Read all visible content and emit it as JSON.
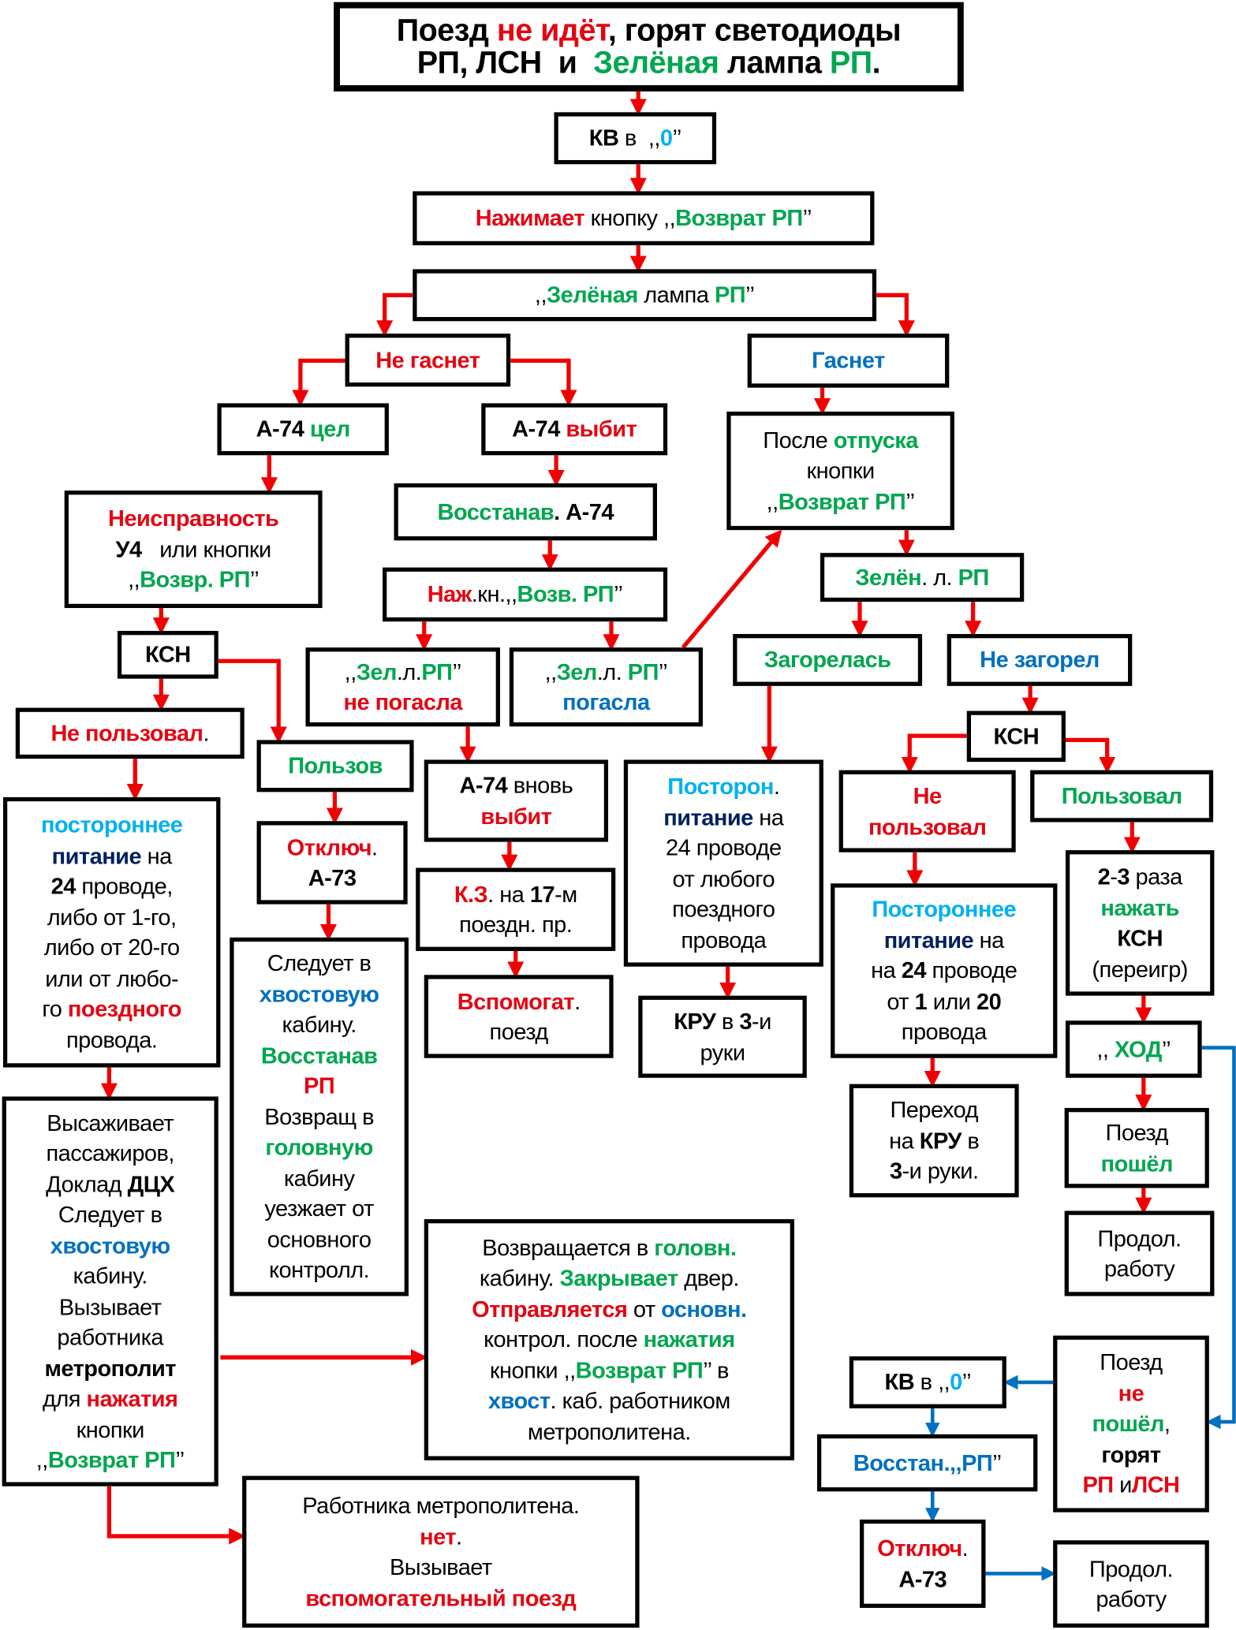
{
  "palette": {
    "K": "#000000",
    "k": "#000000",
    "R": "#e30613",
    "r": "#e30613",
    "G": "#00a650",
    "g": "#00a650",
    "B": "#0070c0",
    "L": "#00b0f0",
    "N": "#002060",
    "arrow_red": "#f00000",
    "arrow_blue": "#0070c0"
  },
  "boxes": {
    "title": {
      "lines": [
        [
          {
            "t": "Поезд ",
            "s": "K"
          },
          {
            "t": "не идёт",
            "s": "R"
          },
          {
            "t": ", горят светодиоды",
            "s": "K"
          }
        ],
        [
          {
            "t": "РП, ЛСН  и  ",
            "s": "K"
          },
          {
            "t": "Зелёная",
            "s": "G"
          },
          {
            "t": " лампа ",
            "s": "K"
          },
          {
            "t": "РП",
            "s": "G"
          },
          {
            "t": ".",
            "s": "K"
          }
        ]
      ]
    },
    "kv0": {
      "lines": [
        [
          {
            "t": "КВ",
            "s": "K"
          },
          {
            "t": " в  ,,",
            "s": "k"
          },
          {
            "t": "0",
            "s": "L"
          },
          {
            "t": "’’",
            "s": "k"
          }
        ]
      ]
    },
    "press": {
      "lines": [
        [
          {
            "t": "Нажимает",
            "s": "R"
          },
          {
            "t": " кнопку ,,",
            "s": "k"
          },
          {
            "t": "Возврат РП",
            "s": "G"
          },
          {
            "t": "’’",
            "s": "k"
          }
        ]
      ]
    },
    "lamp": {
      "lines": [
        [
          {
            "t": ",,",
            "s": "k"
          },
          {
            "t": "Зелёная",
            "s": "G"
          },
          {
            "t": " лампа ",
            "s": "k"
          },
          {
            "t": "РП",
            "s": "G"
          },
          {
            "t": "’’",
            "s": "k"
          }
        ]
      ]
    },
    "ne_gasnet": {
      "lines": [
        [
          {
            "t": "Не гаснет",
            "s": "R"
          }
        ]
      ]
    },
    "gasnet": {
      "lines": [
        [
          {
            "t": "Гаснет",
            "s": "B"
          }
        ]
      ]
    },
    "a74_cel": {
      "lines": [
        [
          {
            "t": "А-74 ",
            "s": "K"
          },
          {
            "t": "цел",
            "s": "G"
          }
        ]
      ]
    },
    "a74_vybit": {
      "lines": [
        [
          {
            "t": "А-74 ",
            "s": "K"
          },
          {
            "t": "выбит",
            "s": "R"
          }
        ]
      ]
    },
    "posle": {
      "lines": [
        [
          {
            "t": "После ",
            "s": "k"
          },
          {
            "t": "отпуска",
            "s": "G"
          }
        ],
        [
          {
            "t": "кнопки",
            "s": "k"
          }
        ],
        [
          {
            "t": ",,",
            "s": "k"
          },
          {
            "t": "Возврат РП",
            "s": "G"
          },
          {
            "t": "’’",
            "s": "k"
          }
        ]
      ]
    },
    "neispr": {
      "lines": [
        [
          {
            "t": "Неисправность",
            "s": "R"
          }
        ],
        [
          {
            "t": "У4",
            "s": "K"
          },
          {
            "t": "   или кнопки",
            "s": "k"
          }
        ],
        [
          {
            "t": ",,",
            "s": "k"
          },
          {
            "t": "Возвр. РП",
            "s": "G"
          },
          {
            "t": "’’",
            "s": "k"
          }
        ]
      ]
    },
    "vosst_a74": {
      "lines": [
        [
          {
            "t": "Восстанав",
            "s": "G"
          },
          {
            "t": ". А-74",
            "s": "K"
          }
        ]
      ]
    },
    "zelen_l": {
      "lines": [
        [
          {
            "t": "Зелён",
            "s": "G"
          },
          {
            "t": ". л. ",
            "s": "k"
          },
          {
            "t": "РП",
            "s": "G"
          }
        ]
      ]
    },
    "nazh_kn": {
      "lines": [
        [
          {
            "t": "Наж",
            "s": "R"
          },
          {
            "t": ".кн.,,",
            "s": "k"
          },
          {
            "t": "Возв. РП",
            "s": "G"
          },
          {
            "t": "’’",
            "s": "k"
          }
        ]
      ]
    },
    "ksn1": {
      "lines": [
        [
          {
            "t": "КСН",
            "s": "K"
          }
        ]
      ]
    },
    "ne_pogasla": {
      "lines": [
        [
          {
            "t": ",,",
            "s": "k"
          },
          {
            "t": "Зел",
            "s": "G"
          },
          {
            "t": ".л.",
            "s": "k"
          },
          {
            "t": "РП",
            "s": "G"
          },
          {
            "t": "’’",
            "s": "k"
          }
        ],
        [
          {
            "t": "не погасла",
            "s": "R"
          }
        ]
      ]
    },
    "pogasla": {
      "lines": [
        [
          {
            "t": ",,",
            "s": "k"
          },
          {
            "t": "Зел",
            "s": "G"
          },
          {
            "t": ".л. ",
            "s": "k"
          },
          {
            "t": "РП",
            "s": "G"
          },
          {
            "t": "’’",
            "s": "k"
          }
        ],
        [
          {
            "t": "погасла",
            "s": "B"
          }
        ]
      ]
    },
    "zagorelas": {
      "lines": [
        [
          {
            "t": "Загорелась",
            "s": "G"
          }
        ]
      ]
    },
    "ne_zagorel": {
      "lines": [
        [
          {
            "t": "Не загорел",
            "s": "B"
          }
        ]
      ]
    },
    "ne_polz1": {
      "lines": [
        [
          {
            "t": "Не пользовал",
            "s": "R"
          },
          {
            "t": ".",
            "s": "k"
          }
        ]
      ]
    },
    "polzov": {
      "lines": [
        [
          {
            "t": "Пользов",
            "s": "G"
          }
        ]
      ]
    },
    "a74_vnov": {
      "lines": [
        [
          {
            "t": "А-74 ",
            "s": "K"
          },
          {
            "t": "вновь",
            "s": "k"
          }
        ],
        [
          {
            "t": "выбит",
            "s": "R"
          }
        ]
      ]
    },
    "postoron_mid": {
      "lines": [
        [
          {
            "t": "Посторон",
            "s": "L"
          },
          {
            "t": ".",
            "s": "k"
          }
        ],
        [
          {
            "t": "питание",
            "s": "N"
          },
          {
            "t": " на",
            "s": "k"
          }
        ],
        [
          {
            "t": "24 проводе",
            "s": "k"
          }
        ],
        [
          {
            "t": "от любого",
            "s": "k"
          }
        ],
        [
          {
            "t": "поездного",
            "s": "k"
          }
        ],
        [
          {
            "t": "провода",
            "s": "k"
          }
        ]
      ]
    },
    "ksn2": {
      "lines": [
        [
          {
            "t": "КСН",
            "s": "K"
          }
        ]
      ]
    },
    "ne_polz2": {
      "lines": [
        [
          {
            "t": "Не",
            "s": "R"
          }
        ],
        [
          {
            "t": "пользовал",
            "s": "R"
          }
        ]
      ]
    },
    "polzoval": {
      "lines": [
        [
          {
            "t": "Пользовал",
            "s": "G"
          }
        ]
      ]
    },
    "postoron_left": {
      "lines": [
        [
          {
            "t": "постороннее",
            "s": "L"
          }
        ],
        [
          {
            "t": "питание",
            "s": "N"
          },
          {
            "t": " на",
            "s": "k"
          }
        ],
        [
          {
            "t": "24",
            "s": "K"
          },
          {
            "t": " проводе,",
            "s": "k"
          }
        ],
        [
          {
            "t": "либо от 1-го,",
            "s": "k"
          }
        ],
        [
          {
            "t": "либо от 20-го",
            "s": "k"
          }
        ],
        [
          {
            "t": "или от любо-",
            "s": "k"
          }
        ],
        [
          {
            "t": "го ",
            "s": "k"
          },
          {
            "t": "поездного",
            "s": "R"
          }
        ],
        [
          {
            "t": "провода.",
            "s": "k"
          }
        ]
      ]
    },
    "otkl1": {
      "lines": [
        [
          {
            "t": "Отключ",
            "s": "R"
          },
          {
            "t": ".",
            "s": "k"
          }
        ],
        [
          {
            "t": "А-73",
            "s": "K"
          }
        ]
      ]
    },
    "kz": {
      "lines": [
        [
          {
            "t": "К.З",
            "s": "R"
          },
          {
            "t": ". на ",
            "s": "k"
          },
          {
            "t": "17",
            "s": "K"
          },
          {
            "t": "-м",
            "s": "k"
          }
        ],
        [
          {
            "t": "поездн. пр.",
            "s": "k"
          }
        ]
      ]
    },
    "postoron_right": {
      "lines": [
        [
          {
            "t": "Постороннее",
            "s": "L"
          }
        ],
        [
          {
            "t": "питание",
            "s": "N"
          },
          {
            "t": " на",
            "s": "k"
          }
        ],
        [
          {
            "t": "на ",
            "s": "k"
          },
          {
            "t": "24",
            "s": "K"
          },
          {
            "t": " проводе",
            "s": "k"
          }
        ],
        [
          {
            "t": "от ",
            "s": "k"
          },
          {
            "t": "1",
            "s": "K"
          },
          {
            "t": " или ",
            "s": "k"
          },
          {
            "t": "20",
            "s": "K"
          }
        ],
        [
          {
            "t": "провода",
            "s": "k"
          }
        ]
      ]
    },
    "raza": {
      "lines": [
        [
          {
            "t": "2",
            "s": "K"
          },
          {
            "t": "-",
            "s": "k"
          },
          {
            "t": "3",
            "s": "K"
          },
          {
            "t": " раза",
            "s": "k"
          }
        ],
        [
          {
            "t": "нажать",
            "s": "G"
          }
        ],
        [
          {
            "t": "КСН",
            "s": "K"
          }
        ],
        [
          {
            "t": "(переигр)",
            "s": "k"
          }
        ]
      ]
    },
    "sleduet": {
      "lines": [
        [
          {
            "t": "Следует в",
            "s": "k"
          }
        ],
        [
          {
            "t": "хвостовую",
            "s": "B"
          }
        ],
        [
          {
            "t": "кабину.",
            "s": "k"
          }
        ],
        [
          {
            "t": "Восстанав",
            "s": "G"
          }
        ],
        [
          {
            "t": "РП",
            "s": "R"
          }
        ],
        [
          {
            "t": "Возвращ в",
            "s": "k"
          }
        ],
        [
          {
            "t": "головную",
            "s": "G"
          }
        ],
        [
          {
            "t": "кабину",
            "s": "k"
          }
        ],
        [
          {
            "t": "уезжает от",
            "s": "k"
          }
        ],
        [
          {
            "t": "основного",
            "s": "k"
          }
        ],
        [
          {
            "t": "контролл.",
            "s": "k"
          }
        ]
      ]
    },
    "vspom": {
      "lines": [
        [
          {
            "t": "Вспомогат",
            "s": "R"
          },
          {
            "t": ".",
            "s": "k"
          }
        ],
        [
          {
            "t": "поезд",
            "s": "k"
          }
        ]
      ]
    },
    "kru": {
      "lines": [
        [
          {
            "t": "КРУ",
            "s": "K"
          },
          {
            "t": " в ",
            "s": "k"
          },
          {
            "t": "3",
            "s": "K"
          },
          {
            "t": "-и",
            "s": "k"
          }
        ],
        [
          {
            "t": "руки",
            "s": "k"
          }
        ]
      ]
    },
    "khod": {
      "lines": [
        [
          {
            "t": ",, ",
            "s": "k"
          },
          {
            "t": "ХОД",
            "s": "G"
          },
          {
            "t": "’’",
            "s": "k"
          }
        ]
      ]
    },
    "perehod": {
      "lines": [
        [
          {
            "t": "Переход",
            "s": "k"
          }
        ],
        [
          {
            "t": "на ",
            "s": "k"
          },
          {
            "t": "КРУ",
            "s": "K"
          },
          {
            "t": " в",
            "s": "k"
          }
        ],
        [
          {
            "t": "3",
            "s": "K"
          },
          {
            "t": "-и руки.",
            "s": "k"
          }
        ]
      ]
    },
    "poshel": {
      "lines": [
        [
          {
            "t": "Поезд",
            "s": "k"
          }
        ],
        [
          {
            "t": "пошёл",
            "s": "G"
          }
        ]
      ]
    },
    "vysazh": {
      "lines": [
        [
          {
            "t": "Высаживает",
            "s": "k"
          }
        ],
        [
          {
            "t": "пассажиров,",
            "s": "k"
          }
        ],
        [
          {
            "t": "Доклад ",
            "s": "k"
          },
          {
            "t": "ДЦХ",
            "s": "K"
          }
        ],
        [
          {
            "t": "Следует в",
            "s": "k"
          }
        ],
        [
          {
            "t": "хвостовую",
            "s": "B"
          }
        ],
        [
          {
            "t": "кабину.",
            "s": "k"
          }
        ],
        [
          {
            "t": "Вызывает",
            "s": "k"
          }
        ],
        [
          {
            "t": "работника",
            "s": "k"
          }
        ],
        [
          {
            "t": "метрополит",
            "s": "K"
          }
        ],
        [
          {
            "t": "для ",
            "s": "k"
          },
          {
            "t": "нажатия",
            "s": "R"
          }
        ],
        [
          {
            "t": "кнопки",
            "s": "k"
          }
        ],
        [
          {
            "t": ",,",
            "s": "k"
          },
          {
            "t": "Возврат РП",
            "s": "G"
          },
          {
            "t": "’’",
            "s": "k"
          }
        ]
      ]
    },
    "prodol1": {
      "lines": [
        [
          {
            "t": "Продол.",
            "s": "k"
          }
        ],
        [
          {
            "t": "работу",
            "s": "k"
          }
        ]
      ]
    },
    "vozvr": {
      "lines": [
        [
          {
            "t": "Возвращается в ",
            "s": "k"
          },
          {
            "t": "головн.",
            "s": "G"
          }
        ],
        [
          {
            "t": "кабину. ",
            "s": "k"
          },
          {
            "t": "Закрывает",
            "s": "G"
          },
          {
            "t": " двер.",
            "s": "k"
          }
        ],
        [
          {
            "t": "Отправляется",
            "s": "R"
          },
          {
            "t": " от ",
            "s": "k"
          },
          {
            "t": "основн.",
            "s": "B"
          }
        ],
        [
          {
            "t": "контрол. после ",
            "s": "k"
          },
          {
            "t": "нажатия",
            "s": "G"
          }
        ],
        [
          {
            "t": "кнопки ,,",
            "s": "k"
          },
          {
            "t": "Возврат РП",
            "s": "G"
          },
          {
            "t": "’’ в",
            "s": "k"
          }
        ],
        [
          {
            "t": "хвост",
            "s": "B"
          },
          {
            "t": ". каб. работником",
            "s": "k"
          }
        ],
        [
          {
            "t": "метрополитена.",
            "s": "k"
          }
        ]
      ]
    },
    "ne_poshel": {
      "lines": [
        [
          {
            "t": "Поезд",
            "s": "k"
          }
        ],
        [
          {
            "t": "не",
            "s": "R"
          }
        ],
        [
          {
            "t": "пошёл",
            "s": "G"
          },
          {
            "t": ",",
            "s": "k"
          }
        ],
        [
          {
            "t": "горят",
            "s": "K"
          }
        ],
        [
          {
            "t": "РП",
            "s": "R"
          },
          {
            "t": " и",
            "s": "k"
          },
          {
            "t": "ЛСН",
            "s": "R"
          }
        ]
      ]
    },
    "kv0_2": {
      "lines": [
        [
          {
            "t": "КВ",
            "s": "K"
          },
          {
            "t": " в ,,",
            "s": "k"
          },
          {
            "t": "0",
            "s": "L"
          },
          {
            "t": "’’",
            "s": "k"
          }
        ]
      ]
    },
    "vosstan_rp": {
      "lines": [
        [
          {
            "t": "Восстан.,,РП",
            "s": "B"
          },
          {
            "t": "’’",
            "s": "k"
          }
        ]
      ]
    },
    "rabotnika": {
      "lines": [
        [
          {
            "t": "Работника метрополитена.",
            "s": "k"
          }
        ],
        [
          {
            "t": "нет",
            "s": "R"
          },
          {
            "t": ".",
            "s": "k"
          }
        ],
        [
          {
            "t": "Вызывает",
            "s": "k"
          }
        ],
        [
          {
            "t": "вспомогательный поезд",
            "s": "R"
          }
        ]
      ]
    },
    "otkl2": {
      "lines": [
        [
          {
            "t": "Отключ",
            "s": "R"
          },
          {
            "t": ".",
            "s": "k"
          }
        ],
        [
          {
            "t": "А-73",
            "s": "K"
          }
        ]
      ]
    },
    "prodol2": {
      "lines": [
        [
          {
            "t": "Продол.",
            "s": "k"
          }
        ],
        [
          {
            "t": "работу",
            "s": "k"
          }
        ]
      ]
    }
  }
}
